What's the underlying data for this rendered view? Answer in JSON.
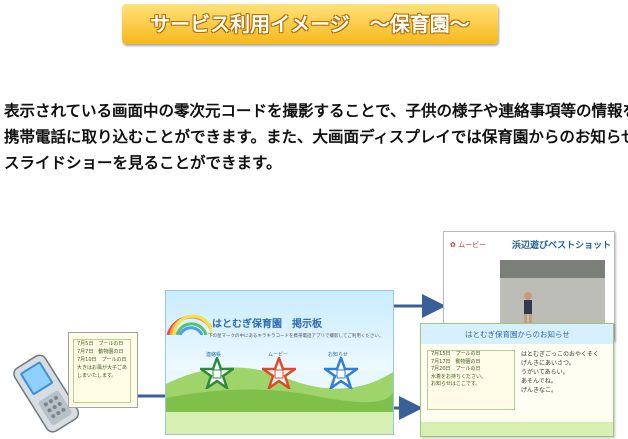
{
  "banner": {
    "title": "サービス利用イメージ　～保育園～"
  },
  "description": {
    "lines": [
      "表示されている画面中の零次元コードを撮影することで、子供の様子や連絡事項等の情報を",
      "携帯電話に取り込むことができます。また、大画面ディスプレイでは保育園からのお知らせ、",
      "スライドショーを見ることができます。"
    ]
  },
  "mini_card": {
    "lines": [
      "7月5日　プールの日",
      "7月7日　動物園の日",
      "7月10日　プールの日",
      "",
      "大きはお風が大子ごあ",
      "しまいたします。"
    ]
  },
  "board": {
    "title": "はとむぎ保育園　掲示板",
    "subtitle": "下の星マークの中にあるキラキラコードを携帯電話アプリで撮影してご利用ください。",
    "stars": [
      {
        "label": "連絡帳",
        "color": "#2e8b3a"
      },
      {
        "label": "ムービー",
        "color": "#e04a2a"
      },
      {
        "label": "お知らせ",
        "color": "#2f7fd6"
      }
    ]
  },
  "slide_movie": {
    "tag": "ムービー",
    "title": "浜辺遊びベストショット"
  },
  "slide_notice": {
    "title": "はとむぎ保育園からのお知らせ",
    "left_lines": [
      "7月15日　プールの日",
      "7月17日　動物園の日",
      "7月20日　プールの日",
      "",
      "水着をお持ちください。",
      "お知らせはここです。"
    ],
    "right_lines": [
      "はとむぎごっこのおやくそく",
      "",
      "げんきにあいさつ。",
      "うがいてあらい。",
      "あそんでね。",
      "げんきなこ。"
    ]
  },
  "colors": {
    "banner": "#f6b81c",
    "arrow": "#3a5f99",
    "accent_green": "#7ec04a"
  }
}
